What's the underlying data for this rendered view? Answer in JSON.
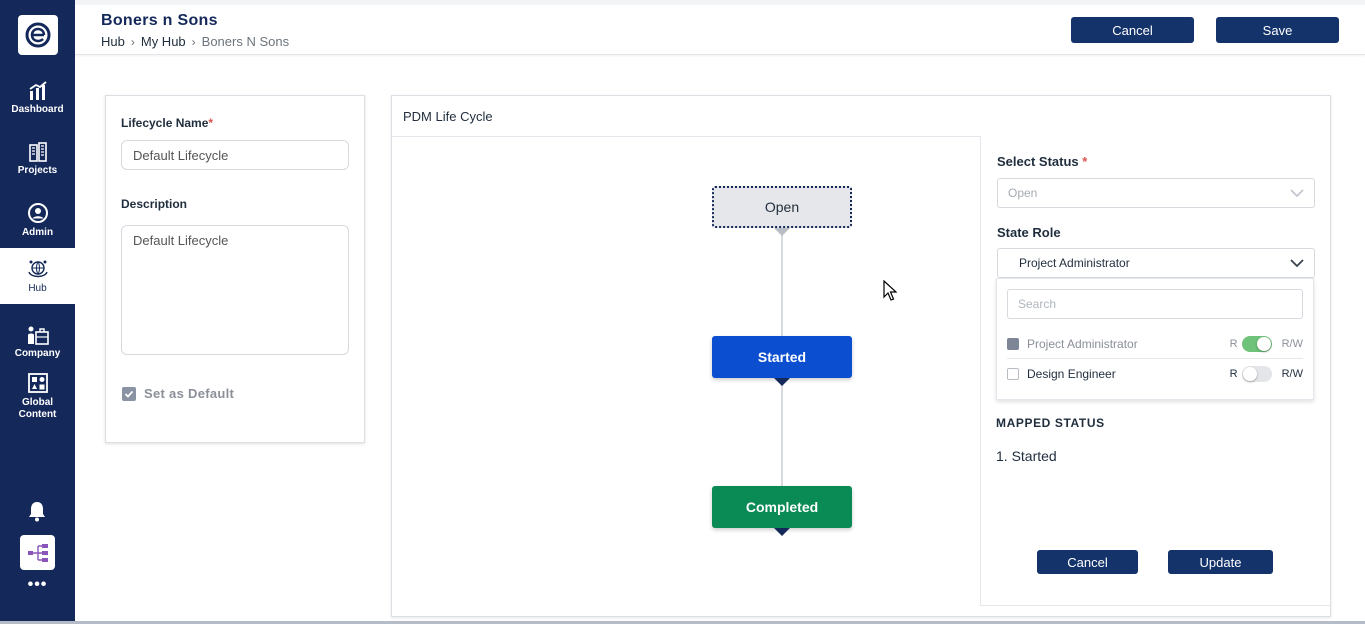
{
  "app": {
    "title": "Boners n Sons",
    "breadcrumb": [
      "Hub",
      "My Hub",
      "Boners N Sons"
    ]
  },
  "header": {
    "cancel_label": "Cancel",
    "save_label": "Save"
  },
  "sidebar": {
    "items": [
      {
        "label": "Dashboard",
        "icon": "chart-icon"
      },
      {
        "label": "Projects",
        "icon": "building-icon"
      },
      {
        "label": "Admin",
        "icon": "admin-icon"
      },
      {
        "label": "Hub",
        "icon": "hub-icon",
        "active": true
      },
      {
        "label": "Company",
        "icon": "company-icon"
      },
      {
        "label": "Global Content",
        "icon": "global-content-icon"
      }
    ],
    "more_label": "•••"
  },
  "form": {
    "lifecycle_name_label": "Lifecycle Name",
    "required_mark": "*",
    "lifecycle_name_value": "Default Lifecycle",
    "description_label": "Description",
    "description_value": "Default Lifecycle",
    "default_checkbox_label": "Set as Default",
    "default_checked": true
  },
  "lifecycle": {
    "title": "PDM Life Cycle",
    "nodes": [
      "Open",
      "Started",
      "Completed"
    ]
  },
  "status_panel": {
    "select_status_label": "Select Status",
    "required_mark": "*",
    "select_status_value": "Open",
    "state_role_label": "State Role",
    "state_role_value": "Project Administrator",
    "search_placeholder": "Search",
    "roles": [
      {
        "name": "Project Administrator",
        "r": "R",
        "rw": "R/W",
        "checked": true,
        "toggle_on": true
      },
      {
        "name": "Design Engineer",
        "r": "R",
        "rw": "R/W",
        "checked": false,
        "toggle_on": false
      }
    ],
    "mapped_status_title": "MAPPED STATUS",
    "mapped_status_items": [
      "1. Started"
    ],
    "cancel_label": "Cancel",
    "update_label": "Update"
  },
  "colors": {
    "sidebar": "#14285a",
    "primary_button": "#14336b",
    "started": "#0b4fd0",
    "completed": "#0a8a55",
    "toggle_on": "#6fc27a"
  }
}
